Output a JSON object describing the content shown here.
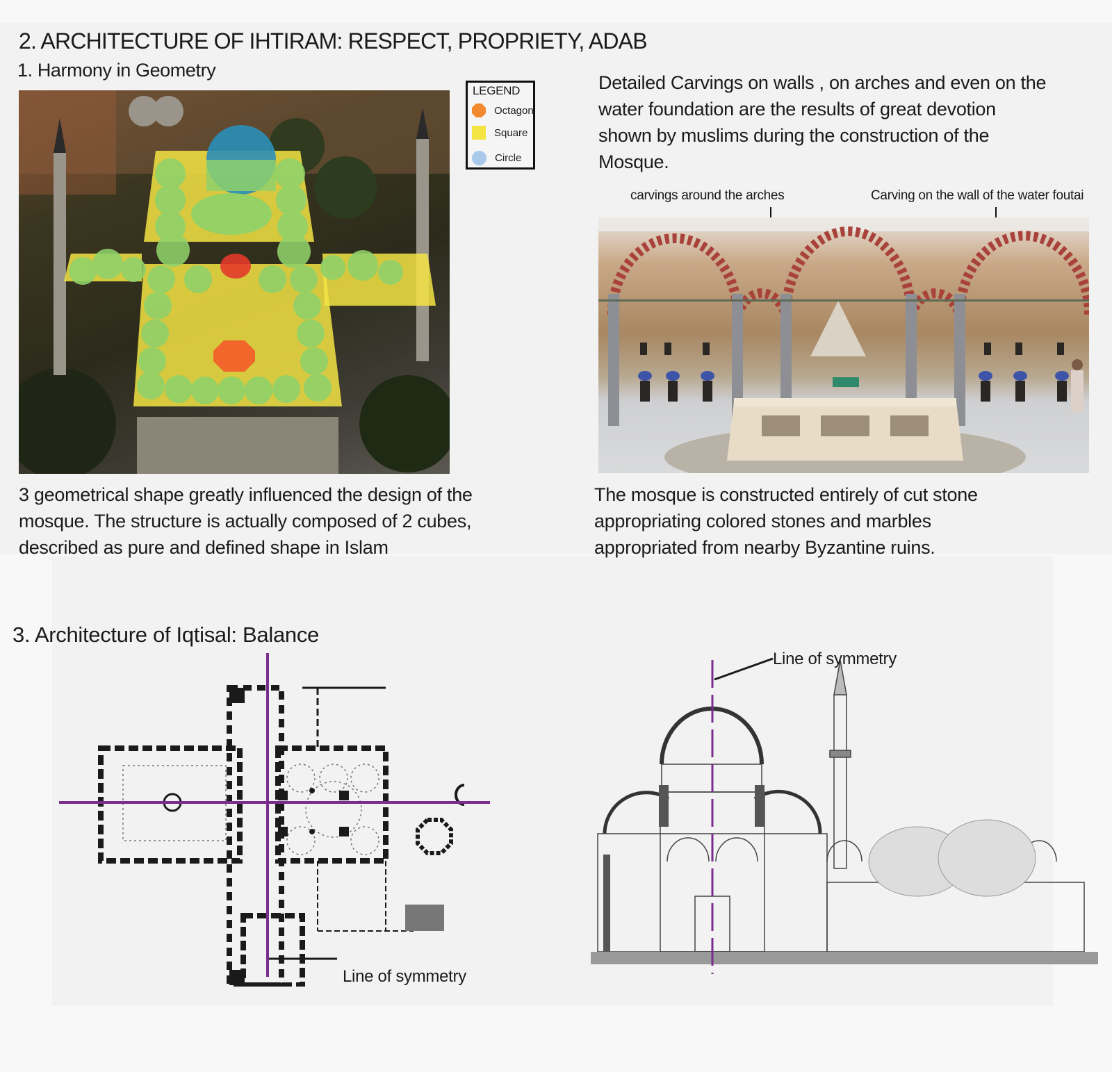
{
  "section2": {
    "title": "2. ARCHITECTURE OF IHTIRAM: RESPECT, PROPRIETY, ADAB",
    "subtitle": "1. Harmony in Geometry",
    "legend": {
      "title": "LEGEND",
      "items": [
        {
          "label": "Octagon",
          "color": "#f2892e",
          "shape": "octagon"
        },
        {
          "label": "Square",
          "color": "#f4e444",
          "shape": "square"
        },
        {
          "label": "Circle",
          "color": "#a8c9ea",
          "shape": "circle"
        }
      ]
    },
    "right_intro": "Detailed Carvings on walls , on arches and even on the water foundation are the results of great devotion shown by muslims during the construction of the Mosque.",
    "right_intro_lines": [
      "Detailed Carvings on walls , on arches and even on the",
      "water foundation are the results of great devotion",
      "shown by muslims during the construction of the",
      "Mosque."
    ],
    "photo_captions": {
      "arches": "carvings around the arches",
      "fountain": "Carving on the wall of the water foutai"
    },
    "left_caption_lines": [
      "3 geometrical shape greatly influenced the design of the",
      "mosque. The structure is actually composed of 2 cubes,",
      "described as pure and defined shape in Islam"
    ],
    "right_caption_lines": [
      "The mosque is constructed entirely of cut stone",
      "appropriating colored stones and marbles",
      "appropriated from nearby Byzantine ruins."
    ]
  },
  "section3": {
    "title": "3. Architecture of Iqtisal: Balance",
    "plan_label": "Line of symmetry",
    "elevation_label": "Line of symmetry"
  },
  "colors": {
    "symmetry_line": "#7b2d8e",
    "overlay_square": "#f4e444",
    "overlay_circle": "#8fd16a",
    "overlay_octagon": "#f2622a"
  }
}
